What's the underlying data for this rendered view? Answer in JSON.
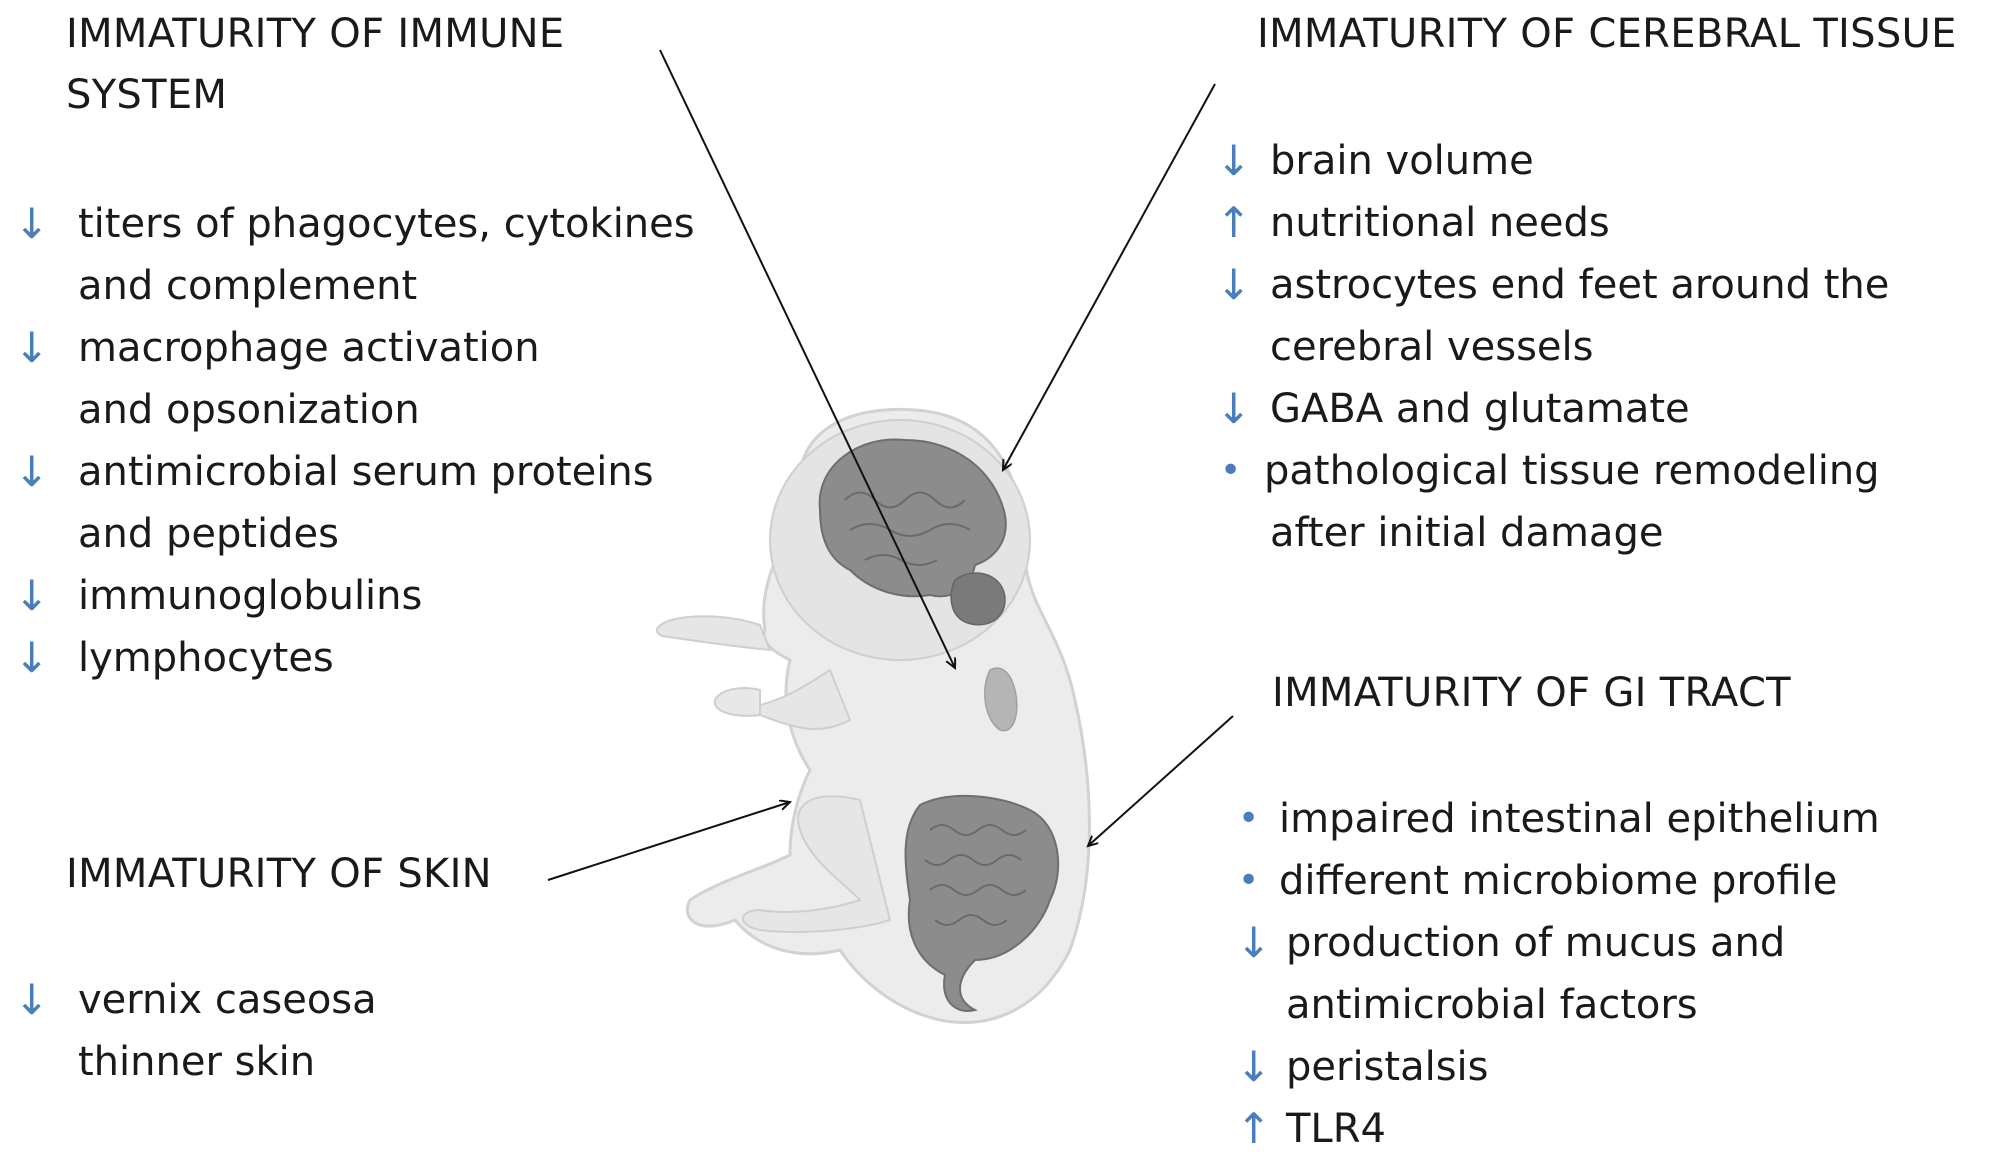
{
  "colors": {
    "marker": "#4a7ebb",
    "text": "#1a1a1a",
    "arrow": "#111111",
    "body_fill": "#ececec",
    "body_outline": "#d2d2d2",
    "organ_fill": "#8c8c8c"
  },
  "icons": {
    "decrease": "down-arrow-icon",
    "increase": "up-arrow-icon",
    "note": "bullet-icon"
  },
  "glyphs": {
    "down": "↓",
    "up": "↑",
    "bullet": "•"
  },
  "sections": [
    {
      "id": "immune",
      "heading_lines": [
        "IMMATURITY OF IMMUNE",
        "SYSTEM"
      ],
      "items": [
        {
          "marker": "down",
          "lines": [
            "titers of phagocytes, cytokines",
            "and complement"
          ]
        },
        {
          "marker": "down",
          "lines": [
            "macrophage activation",
            "and opsonization"
          ]
        },
        {
          "marker": "down",
          "lines": [
            "antimicrobial serum proteins",
            "and peptides"
          ]
        },
        {
          "marker": "down",
          "lines": [
            "immunoglobulins"
          ]
        },
        {
          "marker": "down",
          "lines": [
            "lymphocytes"
          ]
        }
      ]
    },
    {
      "id": "cerebral",
      "heading_lines": [
        "IMMATURITY OF CEREBRAL TISSUE"
      ],
      "items": [
        {
          "marker": "down",
          "lines": [
            "brain volume"
          ]
        },
        {
          "marker": "up",
          "lines": [
            "nutritional needs"
          ]
        },
        {
          "marker": "down",
          "lines": [
            "astrocytes end feet around the",
            "cerebral vessels"
          ]
        },
        {
          "marker": "down",
          "lines": [
            "GABA and glutamate"
          ]
        },
        {
          "marker": "bullet",
          "lines": [
            "pathological tissue remodeling",
            "after initial damage"
          ]
        }
      ]
    },
    {
      "id": "skin",
      "heading_lines": [
        "IMMATURITY OF SKIN"
      ],
      "items": [
        {
          "marker": "down",
          "lines": [
            "vernix caseosa",
            "thinner skin"
          ]
        }
      ]
    },
    {
      "id": "gi",
      "heading_lines": [
        "IMMATURITY OF GI TRACT"
      ],
      "items": [
        {
          "marker": "bullet",
          "lines": [
            "impaired intestinal epithelium"
          ]
        },
        {
          "marker": "bullet",
          "lines": [
            "different microbiome profile"
          ]
        },
        {
          "marker": "down",
          "lines": [
            "production of mucus and",
            "antimicrobial factors"
          ]
        },
        {
          "marker": "down",
          "lines": [
            "peristalsis"
          ]
        },
        {
          "marker": "up",
          "lines": [
            "TLR4"
          ]
        }
      ]
    }
  ]
}
